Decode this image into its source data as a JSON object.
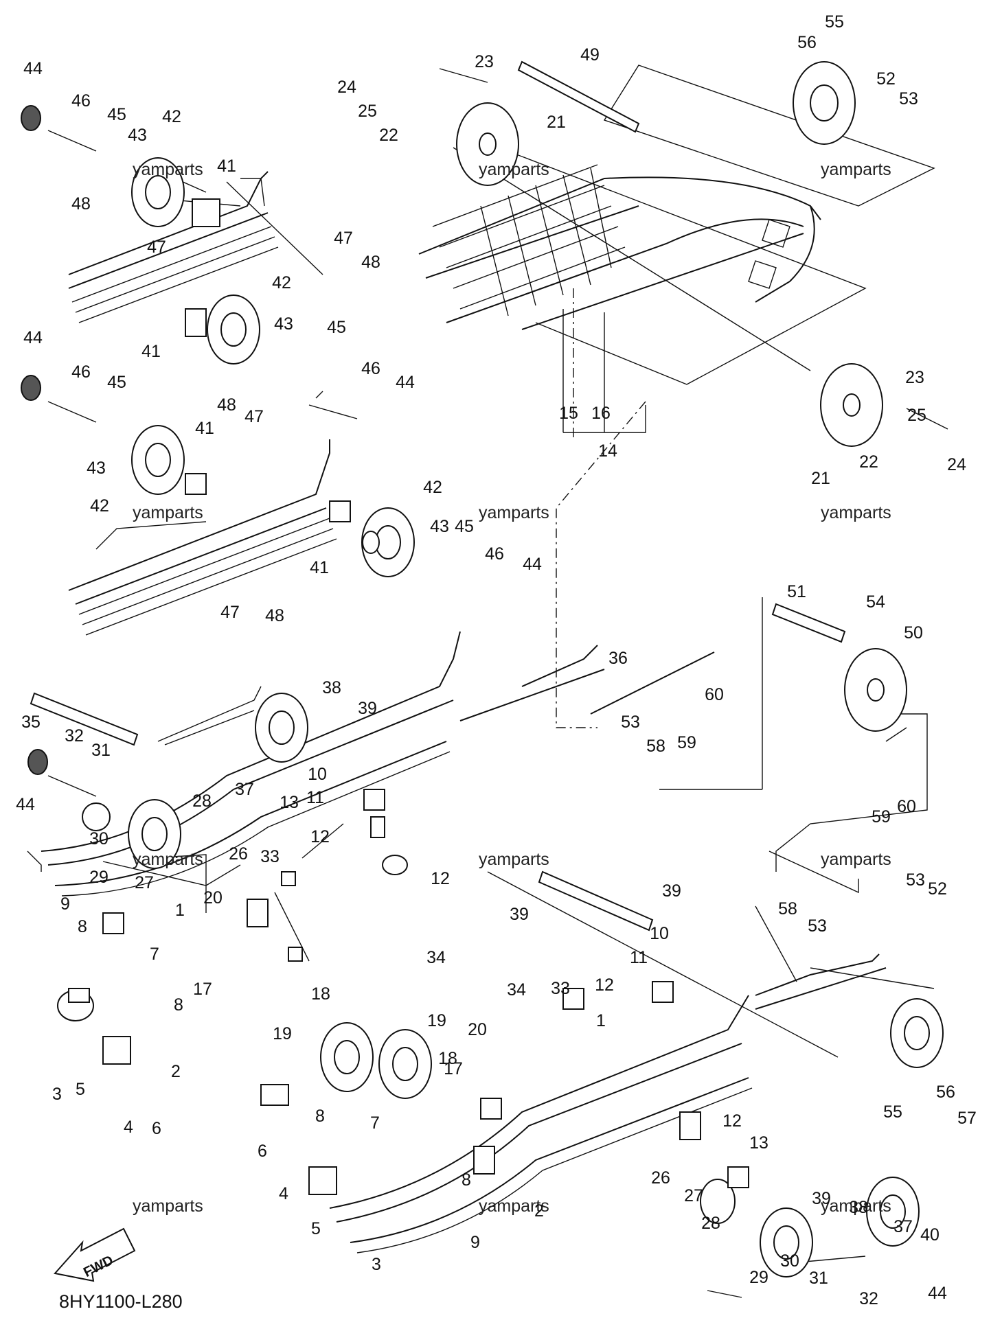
{
  "diagram_code": "8HY1100-L280",
  "fwd_label": "FWD",
  "watermark": "yamparts",
  "callouts": [
    {
      "label": "44"
    },
    {
      "label": "46"
    },
    {
      "label": "45"
    },
    {
      "label": "42"
    },
    {
      "label": "43"
    },
    {
      "label": "41"
    },
    {
      "label": "48"
    },
    {
      "label": "47"
    },
    {
      "label": "47"
    },
    {
      "label": "48"
    },
    {
      "label": "42"
    },
    {
      "label": "41"
    },
    {
      "label": "43"
    },
    {
      "label": "45"
    },
    {
      "label": "46"
    },
    {
      "label": "44"
    },
    {
      "label": "44"
    },
    {
      "label": "46"
    },
    {
      "label": "45"
    },
    {
      "label": "43"
    },
    {
      "label": "42"
    },
    {
      "label": "48"
    },
    {
      "label": "47"
    },
    {
      "label": "41"
    },
    {
      "label": "42"
    },
    {
      "label": "43"
    },
    {
      "label": "45"
    },
    {
      "label": "46"
    },
    {
      "label": "44"
    },
    {
      "label": "41"
    },
    {
      "label": "47"
    },
    {
      "label": "48"
    },
    {
      "label": "23"
    },
    {
      "label": "24"
    },
    {
      "label": "25"
    },
    {
      "label": "22"
    },
    {
      "label": "21"
    },
    {
      "label": "49"
    },
    {
      "label": "55"
    },
    {
      "label": "56"
    },
    {
      "label": "52"
    },
    {
      "label": "53"
    },
    {
      "label": "15"
    },
    {
      "label": "16"
    },
    {
      "label": "14"
    },
    {
      "label": "23"
    },
    {
      "label": "25"
    },
    {
      "label": "22"
    },
    {
      "label": "21"
    },
    {
      "label": "24"
    },
    {
      "label": "51"
    },
    {
      "label": "54"
    },
    {
      "label": "50"
    },
    {
      "label": "53"
    },
    {
      "label": "58"
    },
    {
      "label": "59"
    },
    {
      "label": "60"
    },
    {
      "label": "35"
    },
    {
      "label": "38"
    },
    {
      "label": "39"
    },
    {
      "label": "37"
    },
    {
      "label": "32"
    },
    {
      "label": "31"
    },
    {
      "label": "44"
    },
    {
      "label": "30"
    },
    {
      "label": "29"
    },
    {
      "label": "28"
    },
    {
      "label": "27"
    },
    {
      "label": "26"
    },
    {
      "label": "33"
    },
    {
      "label": "10"
    },
    {
      "label": "11"
    },
    {
      "label": "13"
    },
    {
      "label": "12"
    },
    {
      "label": "12"
    },
    {
      "label": "20"
    },
    {
      "label": "39"
    },
    {
      "label": "36"
    },
    {
      "label": "39"
    },
    {
      "label": "59"
    },
    {
      "label": "60"
    },
    {
      "label": "58"
    },
    {
      "label": "53"
    },
    {
      "label": "53"
    },
    {
      "label": "52"
    },
    {
      "label": "9"
    },
    {
      "label": "8"
    },
    {
      "label": "7"
    },
    {
      "label": "1"
    },
    {
      "label": "34"
    },
    {
      "label": "17"
    },
    {
      "label": "8"
    },
    {
      "label": "19"
    },
    {
      "label": "18"
    },
    {
      "label": "19"
    },
    {
      "label": "18"
    },
    {
      "label": "2"
    },
    {
      "label": "3"
    },
    {
      "label": "5"
    },
    {
      "label": "4"
    },
    {
      "label": "6"
    },
    {
      "label": "10"
    },
    {
      "label": "11"
    },
    {
      "label": "12"
    },
    {
      "label": "33"
    },
    {
      "label": "34"
    },
    {
      "label": "1"
    },
    {
      "label": "20"
    },
    {
      "label": "17"
    },
    {
      "label": "55"
    },
    {
      "label": "56"
    },
    {
      "label": "57"
    },
    {
      "label": "8"
    },
    {
      "label": "7"
    },
    {
      "label": "6"
    },
    {
      "label": "4"
    },
    {
      "label": "5"
    },
    {
      "label": "8"
    },
    {
      "label": "2"
    },
    {
      "label": "9"
    },
    {
      "label": "3"
    },
    {
      "label": "12"
    },
    {
      "label": "13"
    },
    {
      "label": "26"
    },
    {
      "label": "27"
    },
    {
      "label": "28"
    },
    {
      "label": "39"
    },
    {
      "label": "38"
    },
    {
      "label": "37"
    },
    {
      "label": "40"
    },
    {
      "label": "30"
    },
    {
      "label": "29"
    },
    {
      "label": "31"
    },
    {
      "label": "32"
    },
    {
      "label": "44"
    }
  ]
}
